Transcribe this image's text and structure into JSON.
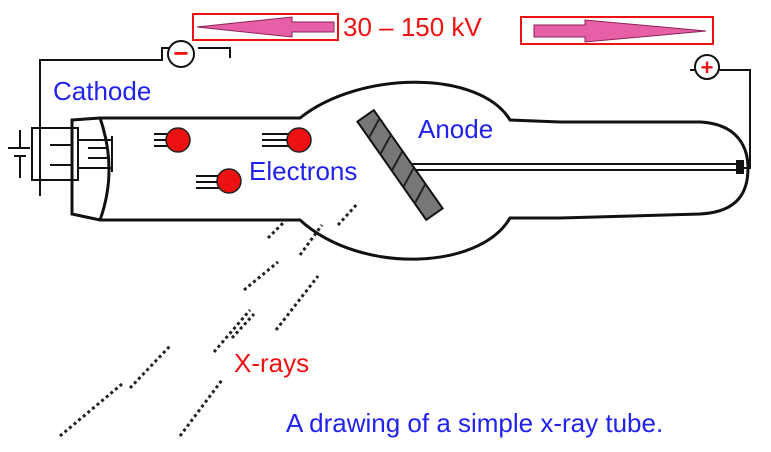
{
  "diagram": {
    "voltage_label": "30 – 150 kV",
    "cathode_label": "Cathode",
    "anode_label": "Anode",
    "electrons_label": "Electrons",
    "xrays_label": "X-rays",
    "caption": "A drawing of a simple x-ray tube.",
    "negative_symbol": "−",
    "positive_symbol": "+"
  },
  "colors": {
    "label_blue": "#2222ee",
    "label_red": "#ee1111",
    "arrow_fill": "#e75fa6",
    "arrow_border": "#ee1111",
    "electron_fill": "#ee1111",
    "line": "#111111"
  },
  "icons": [
    "negative-terminal-icon",
    "positive-terminal-icon",
    "electron-dot-icon",
    "arrow-left-icon",
    "arrow-right-icon"
  ]
}
